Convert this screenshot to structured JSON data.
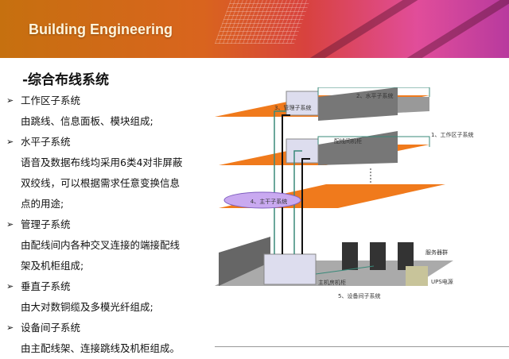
{
  "header": {
    "title": "Building Engineering"
  },
  "section_title": "-综合布线系统",
  "items": [
    {
      "label": "工作区子系统",
      "desc": [
        "由跳线、信息面板、模块组成;"
      ]
    },
    {
      "label": "水平子系统",
      "desc": [
        "语音及数据布线均采用6类4对非屏蔽",
        "双绞线，可以根据需求任意变换信息",
        "点的用途;"
      ]
    },
    {
      "label": "管理子系统",
      "desc": [
        "由配线间内各种交叉连接的端接配线",
        "架及机柜组成;"
      ]
    },
    {
      "label": "垂直子系统",
      "desc": [
        "由大对数铜缆及多模光纤组成;"
      ]
    },
    {
      "label": "设备间子系统",
      "desc": [
        "由主配线架、连接跳线及机柜组成。"
      ]
    }
  ],
  "diagram": {
    "labels": {
      "management": "3、管理子系统",
      "horizontal": "2、水平子系统",
      "work_area": "1、工作区子系统",
      "wiring_cabinet": "配线间机柜",
      "backbone": "4、主干子系统",
      "servers": "服务器群",
      "main_cabinet": "主机房机柜",
      "ups": "UPS电源",
      "equipment_room": "5、设备间子系统"
    }
  }
}
